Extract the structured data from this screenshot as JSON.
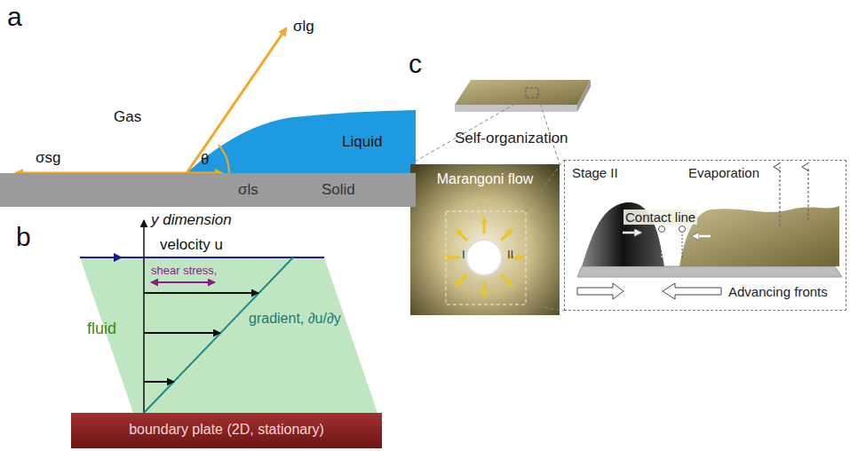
{
  "diagram": {
    "nodes": [
      {
        "text": [
          "Solid"
        ]
      },
      {
        "text": [
          "boundary plate (2D, stationary)"
        ]
      },
      {
        "text": [
          "Marangoni flow"
        ]
      },
      {
        "text": [
          "Stage II"
        ]
      }
    ],
    "labels": [
      "a",
      "σlg",
      "Gas",
      "θ",
      "Liquid",
      "σsg",
      "σls",
      "b",
      "y dimension",
      "velocity u",
      "shear stress,",
      "fluid",
      "gradient, ∂u/∂y",
      "c",
      "Self-organization",
      "I",
      "II",
      "Evaporation",
      "Contact line",
      "Advancing fronts"
    ]
  }
}
